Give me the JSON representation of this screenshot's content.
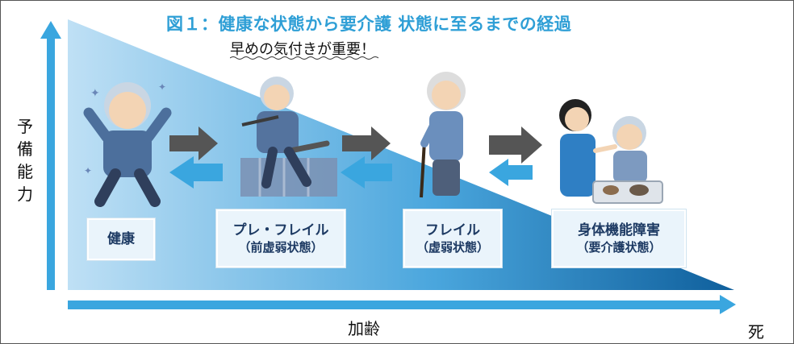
{
  "title": "図１：健康な状態から要介護 状態に至るまでの経過",
  "subtitle": "早めの気付きが重要！",
  "y_axis_label": "予備能力",
  "x_axis_label": "加齢",
  "end_label": "死",
  "stages": [
    {
      "name": "健康",
      "sub": ""
    },
    {
      "name": "プレ・フレイル",
      "sub": "（前虚弱状態）"
    },
    {
      "name": "フレイル",
      "sub": "（虚弱状態）"
    },
    {
      "name": "身体機能障害",
      "sub": "（要介護状態）"
    }
  ],
  "colors": {
    "accent": "#2f9fd6",
    "arrow_forward": "#555555",
    "arrow_back": "#3aa6df",
    "stage_text": "#1d3a63"
  },
  "icons": [
    "healthy-elderly-man-icon",
    "elderly-tripping-icon",
    "elderly-with-cane-icon",
    "caregiver-feeding-icon"
  ]
}
